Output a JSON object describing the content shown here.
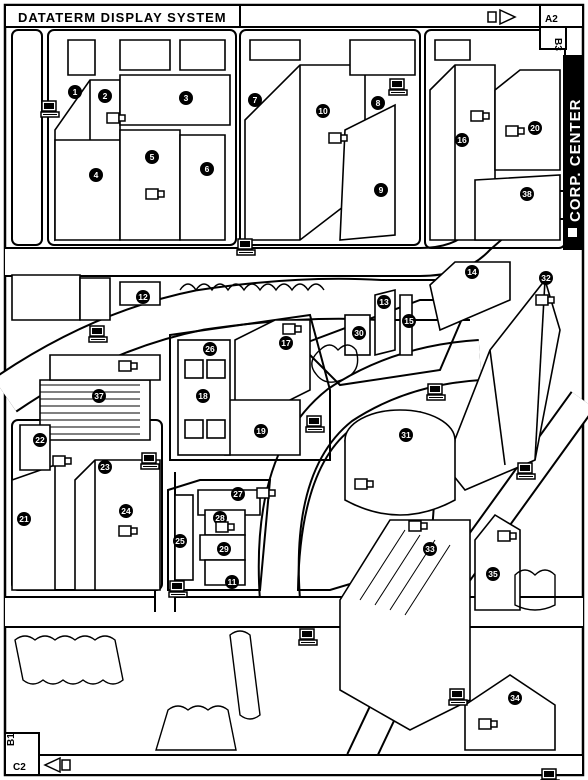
{
  "header": {
    "title": "DATATERM DISPLAY SYSTEM"
  },
  "grid": {
    "top_right": "A2",
    "right_side": "B3",
    "bottom_left_b": "B1",
    "bottom_left_c": "C2"
  },
  "sector_label": "CORP. CENTER",
  "buildings": [
    {
      "n": "1"
    },
    {
      "n": "2"
    },
    {
      "n": "3"
    },
    {
      "n": "4"
    },
    {
      "n": "5"
    },
    {
      "n": "6"
    },
    {
      "n": "7"
    },
    {
      "n": "8"
    },
    {
      "n": "9"
    },
    {
      "n": "10"
    },
    {
      "n": "11"
    },
    {
      "n": "12"
    },
    {
      "n": "13"
    },
    {
      "n": "14"
    },
    {
      "n": "15"
    },
    {
      "n": "16"
    },
    {
      "n": "17"
    },
    {
      "n": "18"
    },
    {
      "n": "19"
    },
    {
      "n": "20"
    },
    {
      "n": "21"
    },
    {
      "n": "22"
    },
    {
      "n": "23"
    },
    {
      "n": "24"
    },
    {
      "n": "25"
    },
    {
      "n": "26"
    },
    {
      "n": "27"
    },
    {
      "n": "28"
    },
    {
      "n": "29"
    },
    {
      "n": "30"
    },
    {
      "n": "31"
    },
    {
      "n": "32"
    },
    {
      "n": "33"
    },
    {
      "n": "34"
    },
    {
      "n": "35"
    },
    {
      "n": "37"
    },
    {
      "n": "38"
    }
  ],
  "colors": {
    "ink": "#000000",
    "paper": "#ffffff"
  },
  "icons": [
    "dataterm-terminal-icon",
    "camera-icon",
    "arrow-right-icon",
    "arrow-left-icon"
  ]
}
